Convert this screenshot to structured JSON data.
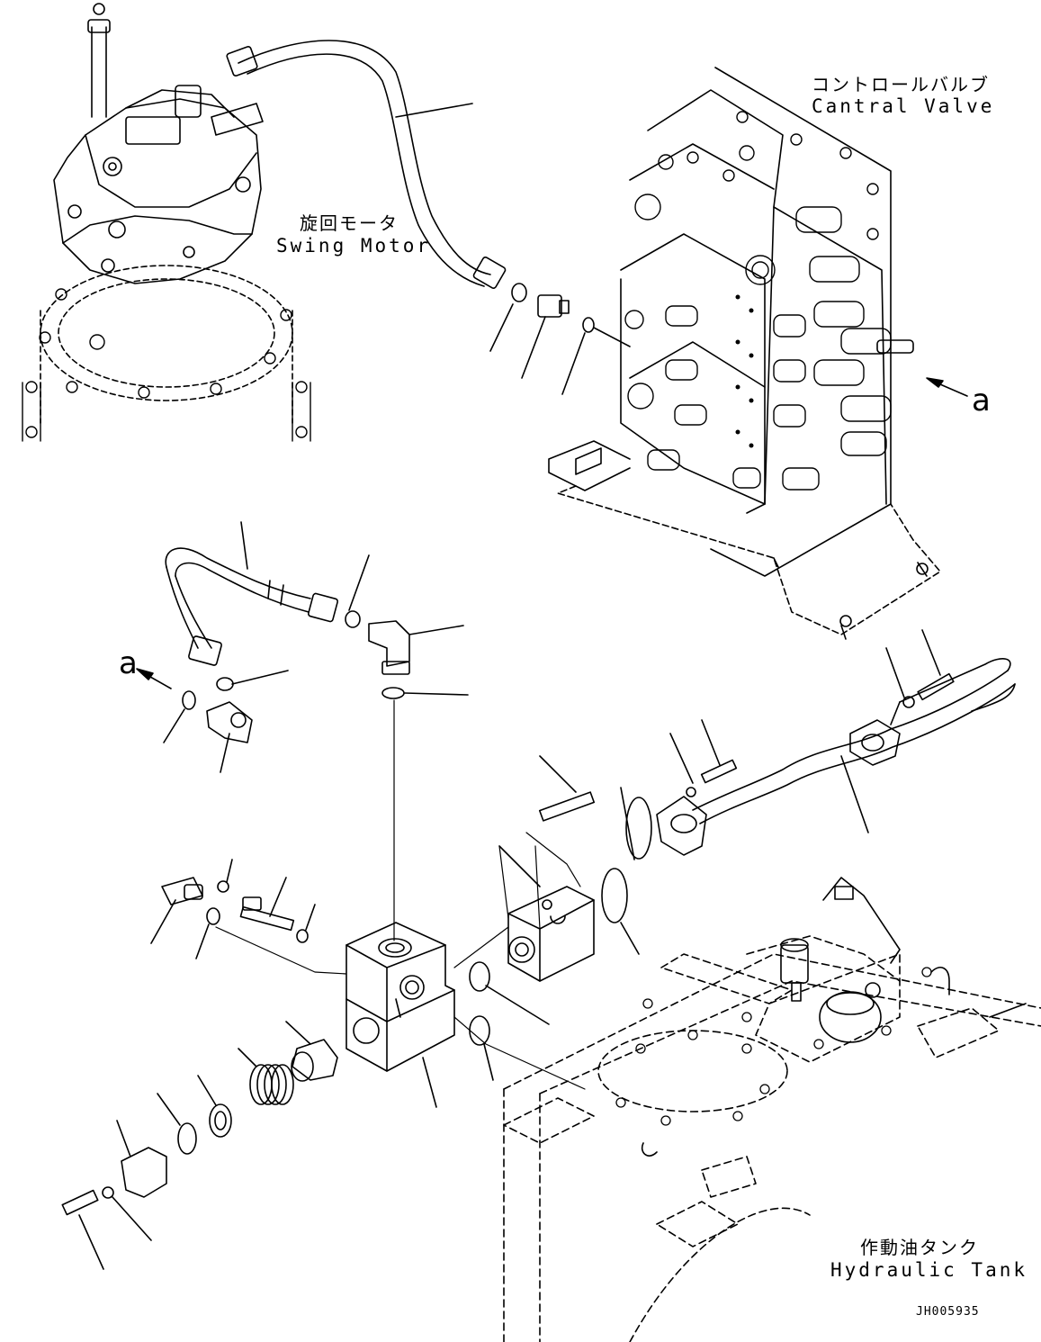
{
  "labels": {
    "control_valve_jp": "コントロールバルブ",
    "control_valve_en": "Cantral Valve",
    "swing_motor_jp": "旋回モータ",
    "swing_motor_en": "Swing Motor",
    "hydraulic_tank_jp": "作動油タンク",
    "hydraulic_tank_en": "Hydraulic Tank",
    "view_ref_right": "a",
    "view_ref_left": "a",
    "drawing_code": "JH005935"
  }
}
